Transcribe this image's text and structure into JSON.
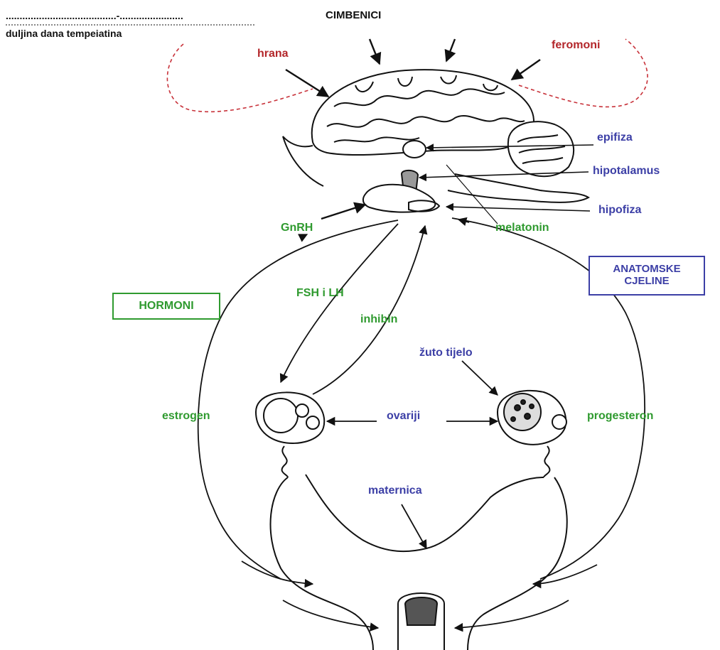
{
  "header": {
    "dots_line": "........................................-.......................",
    "factors_title": "CIMBENICI",
    "factors_line": "duljina dana tempeiatina"
  },
  "labels": {
    "hrana": "hrana",
    "feromoni": "feromoni",
    "epifiza": "epifiza",
    "hipotalamus": "hipotalamus",
    "hipofiza": "hipofiza",
    "gnrh": "GnRH",
    "melatonin": "melatonin",
    "fsh_lh": "FSH i LH",
    "inhibin": "inhibin",
    "zuto_tijelo": "žuto tijelo",
    "estrogen": "estrogen",
    "ovariji": "ovariji",
    "progesteron": "progesteron",
    "maternica": "maternica"
  },
  "boxes": {
    "hormoni": "HORMONI",
    "anatomske_line1": "ANATOMSKE",
    "anatomske_line2": "CJELINE"
  },
  "colors": {
    "factor_red": "#b3262a",
    "anatomy_blue": "#3c3fa6",
    "hormone_green": "#2f9a2f",
    "outline": "#111111"
  }
}
